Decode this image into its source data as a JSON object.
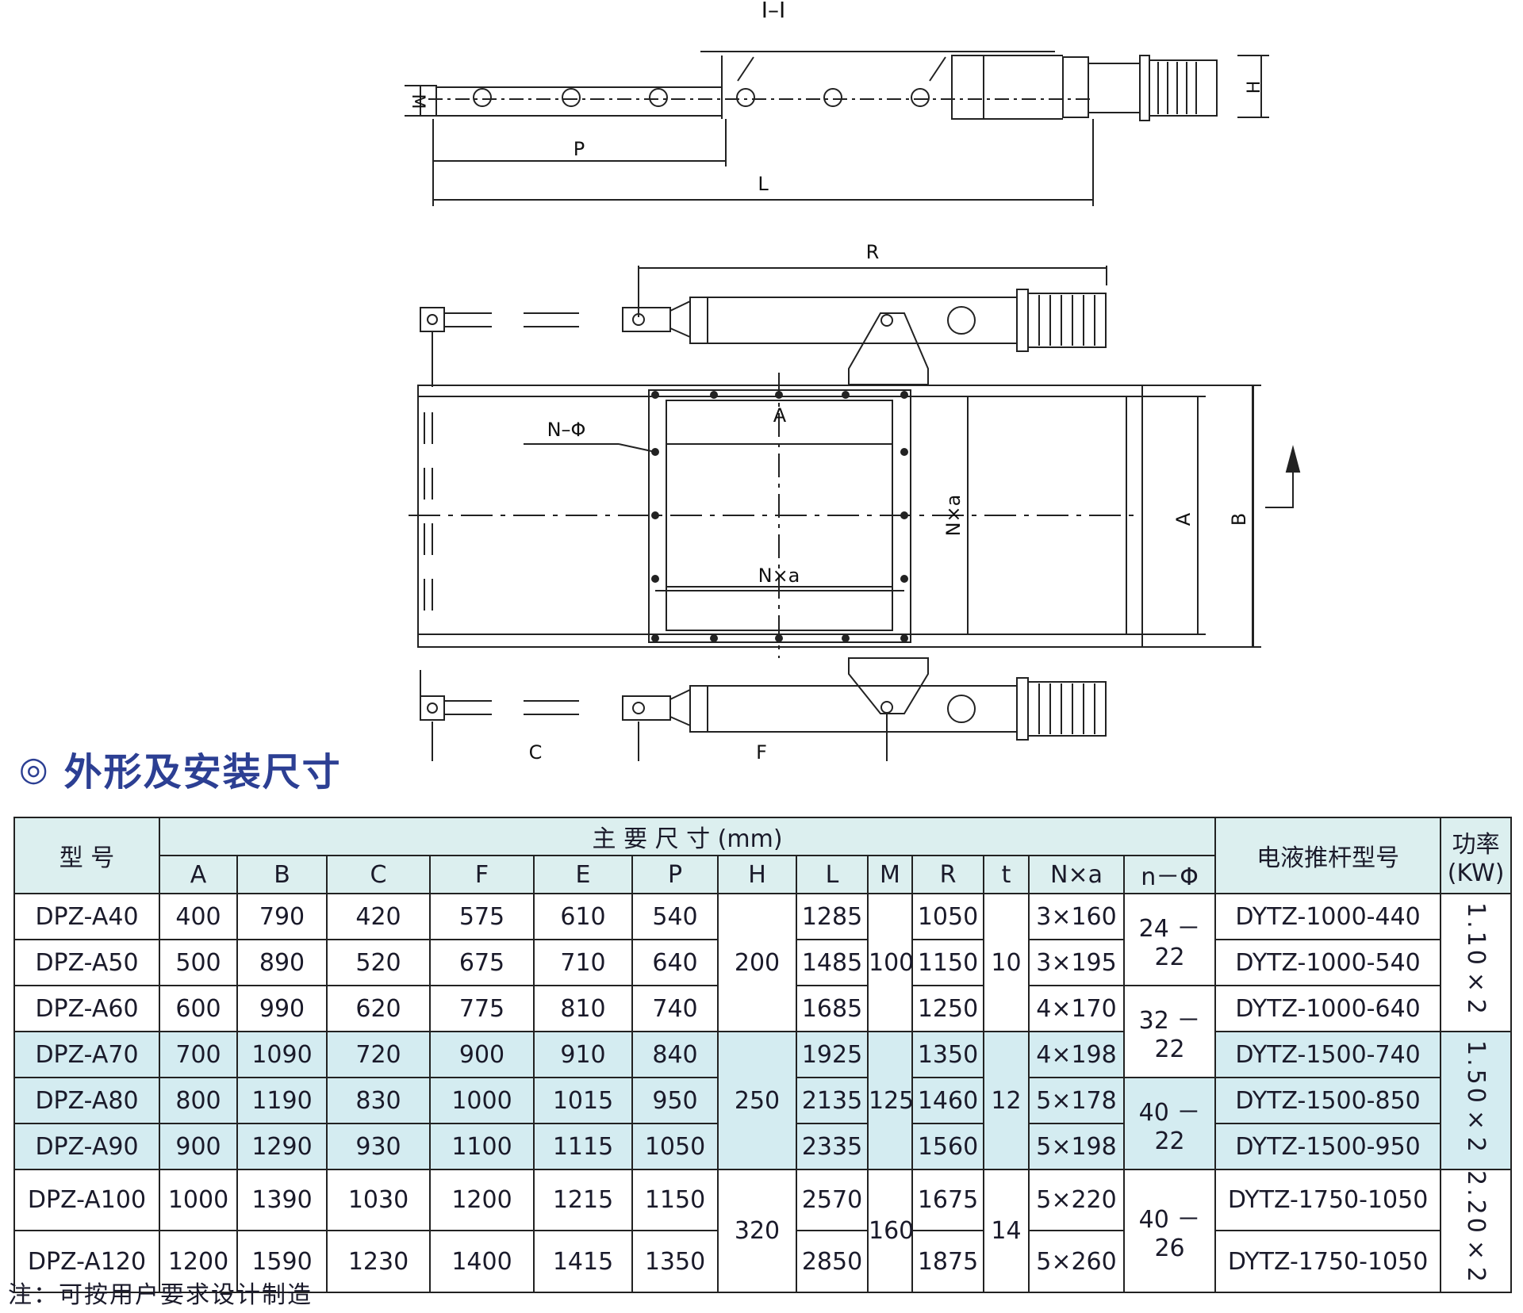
{
  "drawing": {
    "section_mark": "I–I",
    "dims": {
      "M": "M",
      "P": "P",
      "L": "L",
      "H": "H",
      "R": "R",
      "N_phi": "N–Φ",
      "A_top": "A",
      "Nxa_v": "N×a",
      "A_side": "A",
      "B_side": "B",
      "Nxa_h": "N×a",
      "C": "C",
      "F": "F"
    }
  },
  "section": {
    "mark": "◎",
    "title": "外形及安装尺寸"
  },
  "table": {
    "model_header": "型 号",
    "main_header": "主 要 尺 寸 (mm)",
    "pusher_header": "电液推杆型号",
    "power_header_1": "功率",
    "power_header_2": "(KW)",
    "cols": [
      "A",
      "B",
      "C",
      "F",
      "E",
      "P",
      "H",
      "L",
      "M",
      "R",
      "t",
      "N×a",
      "n－Φ"
    ],
    "rows": [
      {
        "model": "DPZ-A40",
        "A": "400",
        "B": "790",
        "C": "420",
        "F": "575",
        "E": "610",
        "P": "540",
        "L": "1285",
        "R": "1050",
        "Nxa": "3×160",
        "pusher": "DYTZ-1000-440"
      },
      {
        "model": "DPZ-A50",
        "A": "500",
        "B": "890",
        "C": "520",
        "F": "675",
        "E": "710",
        "P": "640",
        "L": "1485",
        "R": "1150",
        "Nxa": "3×195",
        "pusher": "DYTZ-1000-540"
      },
      {
        "model": "DPZ-A60",
        "A": "600",
        "B": "990",
        "C": "620",
        "F": "775",
        "E": "810",
        "P": "740",
        "L": "1685",
        "R": "1250",
        "Nxa": "4×170",
        "pusher": "DYTZ-1000-640"
      },
      {
        "model": "DPZ-A70",
        "A": "700",
        "B": "1090",
        "C": "720",
        "F": "900",
        "E": "910",
        "P": "840",
        "L": "1925",
        "R": "1350",
        "Nxa": "4×198",
        "pusher": "DYTZ-1500-740"
      },
      {
        "model": "DPZ-A80",
        "A": "800",
        "B": "1190",
        "C": "830",
        "F": "1000",
        "E": "1015",
        "P": "950",
        "L": "2135",
        "R": "1460",
        "Nxa": "5×178",
        "pusher": "DYTZ-1500-850"
      },
      {
        "model": "DPZ-A90",
        "A": "900",
        "B": "1290",
        "C": "930",
        "F": "1100",
        "E": "1115",
        "P": "1050",
        "L": "2335",
        "R": "1560",
        "Nxa": "5×198",
        "pusher": "DYTZ-1500-950"
      },
      {
        "model": "DPZ-A100",
        "A": "1000",
        "B": "1390",
        "C": "1030",
        "F": "1200",
        "E": "1215",
        "P": "1150",
        "L": "2570",
        "R": "1675",
        "Nxa": "5×220",
        "pusher": "DYTZ-1750-1050"
      },
      {
        "model": "DPZ-A120",
        "A": "1200",
        "B": "1590",
        "C": "1230",
        "F": "1400",
        "E": "1415",
        "P": "1350",
        "L": "2850",
        "R": "1875",
        "Nxa": "5×260",
        "pusher": "DYTZ-1750-1050"
      }
    ],
    "merged": {
      "H": [
        "200",
        "250",
        "320"
      ],
      "M": [
        "100",
        "125",
        "160"
      ],
      "t": [
        "10",
        "12",
        "14"
      ],
      "n_phi": [
        "24 －22",
        "32 －22",
        "40 －22",
        "40 －26"
      ],
      "power": [
        "1.10×2",
        "1.50×2",
        "2.20×2"
      ]
    }
  },
  "note": "注：可按用户要求设计制造"
}
